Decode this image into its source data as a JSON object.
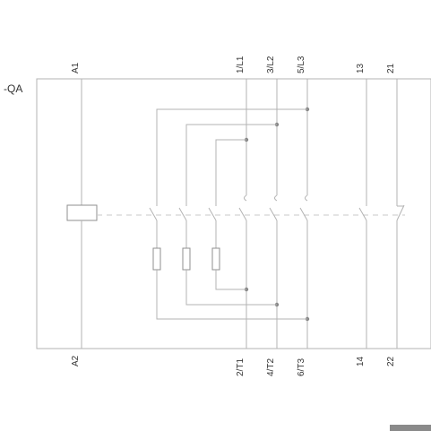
{
  "device_tag": "-QA",
  "coil": {
    "top_label": "A1",
    "bottom_label": "A2"
  },
  "main_contacts": [
    {
      "top_label": "1/L1",
      "bottom_label": "2/T1"
    },
    {
      "top_label": "3/L2",
      "bottom_label": "4/T2"
    },
    {
      "top_label": "5/L3",
      "bottom_label": "6/T3"
    }
  ],
  "aux_contacts": [
    {
      "top_label": "13",
      "bottom_label": "14"
    },
    {
      "top_label": "21",
      "bottom_label": "22"
    }
  ]
}
